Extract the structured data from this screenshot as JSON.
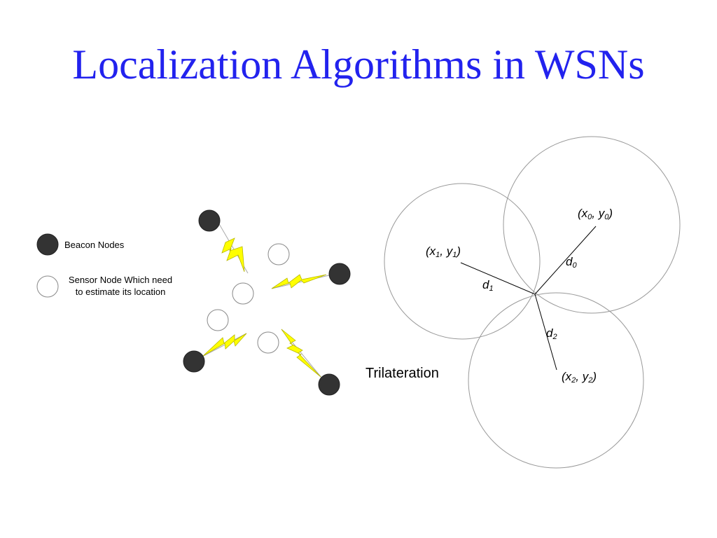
{
  "slide": {
    "title": "Localization Algorithms in WSNs"
  },
  "legend": {
    "beacon_label": "Beacon Nodes",
    "sensor_label_line1": "Sensor Node Which need",
    "sensor_label_line2": "to estimate its location"
  },
  "trilateration": {
    "label": "Trilateration",
    "anchor0": {
      "x": "x",
      "x_sub": "0",
      "y": "y",
      "y_sub": "0"
    },
    "anchor1": {
      "x": "x",
      "x_sub": "1",
      "y": "y",
      "y_sub": "1"
    },
    "anchor2": {
      "x": "x",
      "x_sub": "2",
      "y": "y",
      "y_sub": "2"
    },
    "d0": {
      "letter": "d",
      "sub": "0"
    },
    "d1": {
      "letter": "d",
      "sub": "1"
    },
    "d2": {
      "letter": "d",
      "sub": "2"
    }
  },
  "colors": {
    "title": "#2222ee",
    "beacon_fill": "#333333",
    "lightning": "#ffff00",
    "circle_stroke": "#999999"
  }
}
